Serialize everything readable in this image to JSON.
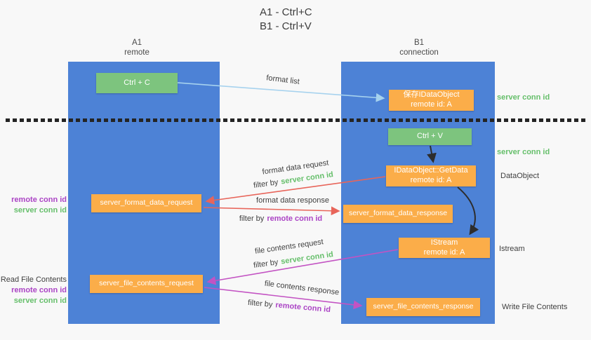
{
  "title": {
    "line1": "A1 - Ctrl+C",
    "line2": "B1 - Ctrl+V"
  },
  "lanes": {
    "a1": {
      "id": "A1",
      "role": "remote"
    },
    "b1": {
      "id": "B1",
      "role": "connection"
    }
  },
  "nodes": {
    "ctrl_c": {
      "label": "Ctrl + C"
    },
    "save_dataobject": {
      "line1": "保存IDataObject",
      "line2": "remote id: A"
    },
    "ctrl_v": {
      "label": "Ctrl + V"
    },
    "getdata": {
      "line1": "IDataObject::GetData",
      "line2": "remote id: A"
    },
    "server_format_data_request": {
      "label": "server_format_data_request"
    },
    "server_format_data_response": {
      "label": "server_format_data_response"
    },
    "istream": {
      "line1": "IStream",
      "line2": "remote id: A"
    },
    "server_file_contents_request": {
      "label": "server_file_contents_request"
    },
    "server_file_contents_response": {
      "label": "server_file_contents_response"
    }
  },
  "edge_labels": {
    "format_list": "format list",
    "format_data_request": "format data request",
    "format_data_response": "format data response",
    "file_contents_request": "file contents request",
    "file_contents_response": "file contents response",
    "filter_by": "filter by",
    "server_conn_id": "server conn id",
    "remote_conn_id": "remote conn id"
  },
  "side_labels": {
    "server_conn_id": "server conn id",
    "remote_conn_id": "remote conn id",
    "dataobject": "DataObject",
    "istream": "Istream",
    "read_file_contents": "Read File Contents",
    "write_file_contents": "Write File Contents"
  },
  "colors": {
    "lane_blue": "#4d82d6",
    "node_green": "#7dc47e",
    "node_orange": "#fbad49",
    "conn_id_green": "#66bf6b",
    "conn_id_purple": "#ab44c5",
    "arrow_red": "#e8655a",
    "arrow_magenta": "#c353c3",
    "arrow_light_blue": "#a6d2ee",
    "arrow_black": "#2d2d2d"
  }
}
